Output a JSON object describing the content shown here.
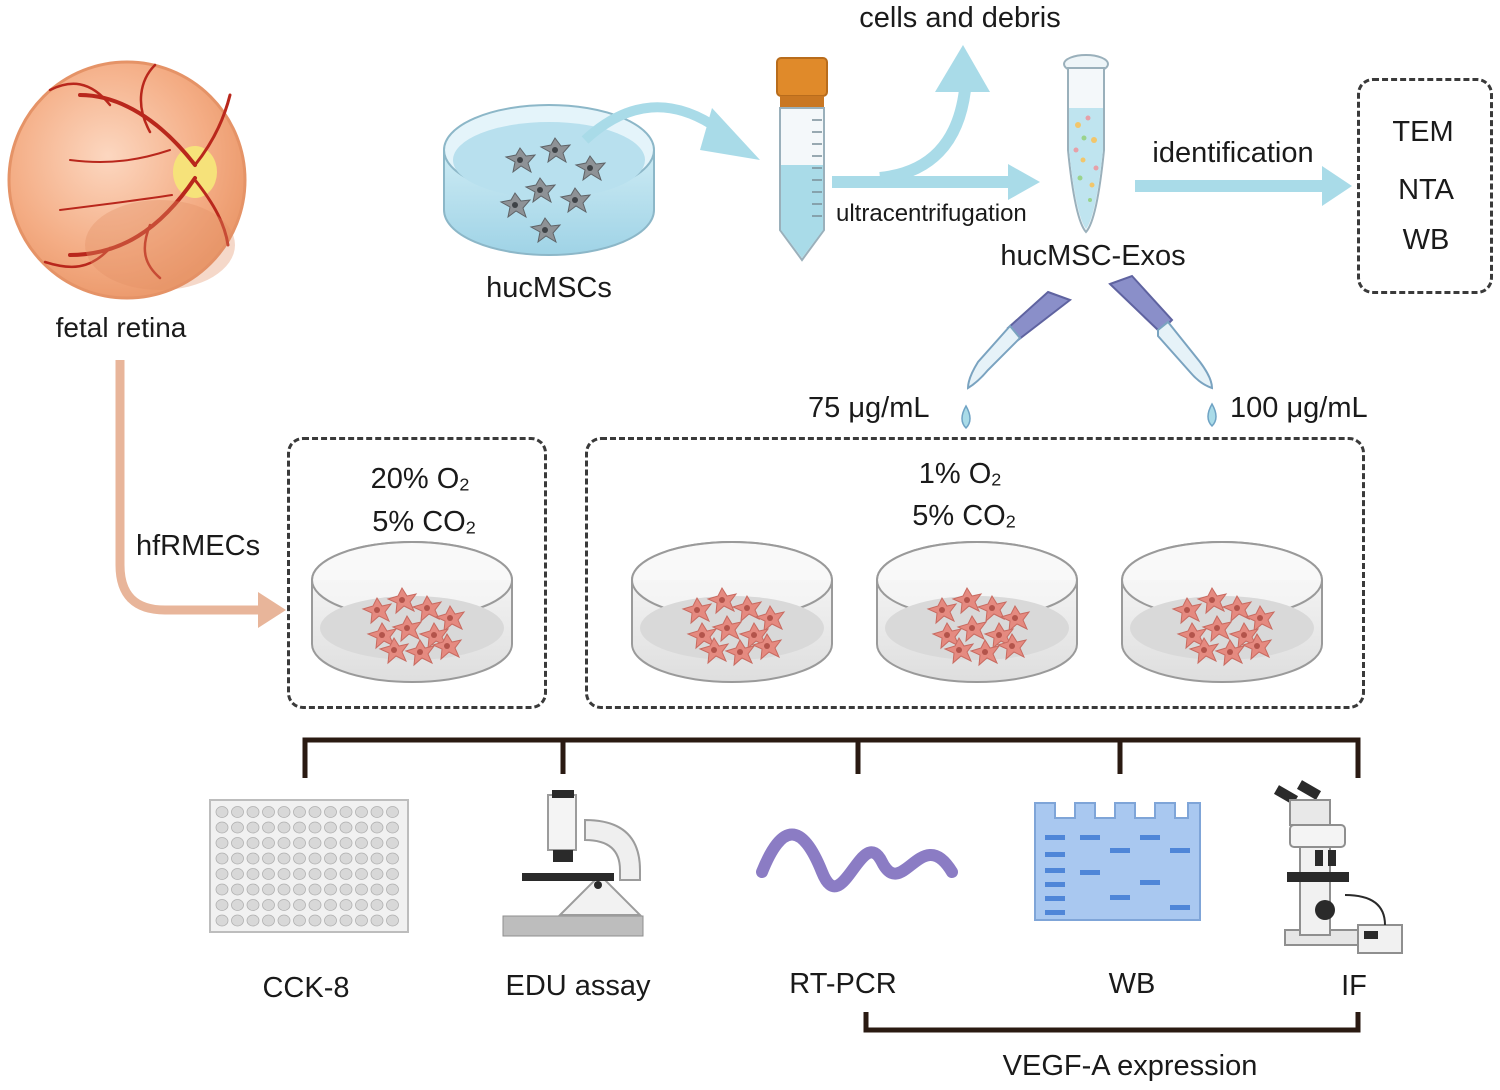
{
  "labels": {
    "fetal_retina": "fetal retina",
    "hucmscs": "hucMSCs",
    "cells_and_debris": "cells and debris",
    "ultracentrifugation": "ultracentrifugation",
    "hucmsc_exos": "hucMSC-Exos",
    "identification": "identification",
    "dose_low": "75 μg/mL",
    "dose_high": "100 μg/mL",
    "hfrmecs": "hfRMECs"
  },
  "identification_methods": [
    "TEM",
    "NTA",
    "WB"
  ],
  "conditions": {
    "normoxia": {
      "o2_pct": "20%",
      "o2": "O",
      "o2_sub": "2",
      "co2_pct": "5%",
      "co2": "CO",
      "co2_sub": "2"
    },
    "hypoxia": {
      "o2_pct": "1%",
      "o2": "O",
      "o2_sub": "2",
      "co2_pct": "5%",
      "co2": "CO",
      "co2_sub": "2"
    }
  },
  "assays": [
    "CCK-8",
    "EDU assay",
    "RT-PCR",
    "WB",
    "IF"
  ],
  "bracket_label": "VEGF-A expression",
  "colors": {
    "arrow_blue": "#a9dbe8",
    "arrow_peach": "#e8b59a",
    "cell_pink": "#e58a80",
    "retina_orange": "#f2a477",
    "vessel_red": "#b9271c",
    "tube_cap": "#e08a2a",
    "dropper_purple": "#8a8fc9",
    "rna_purple": "#8b7cc4",
    "gel_blue": "#a9c8f0",
    "band_blue": "#4f86d8",
    "line_dark": "#2a1a12"
  }
}
